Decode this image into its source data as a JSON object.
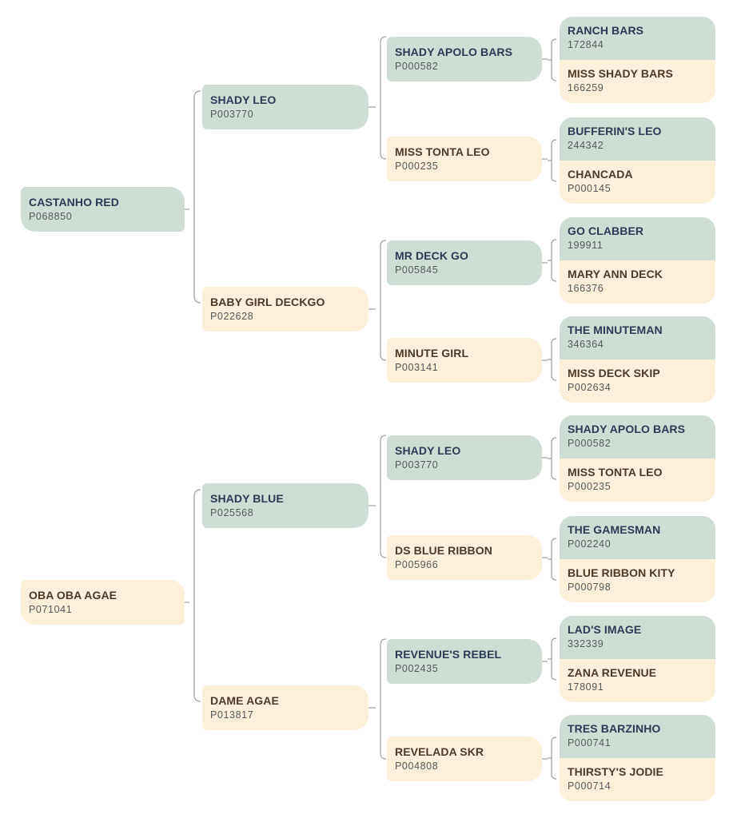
{
  "pedigree": [
    {
      "name": "CASTANHO RED",
      "reg": "P068850",
      "sex": "sire",
      "parents": [
        {
          "name": "SHADY LEO",
          "reg": "P003770",
          "sex": "sire",
          "parents": [
            {
              "name": "SHADY APOLO BARS",
              "reg": "P000582",
              "sex": "sire",
              "parents": [
                {
                  "name": "RANCH BARS",
                  "reg": "172844",
                  "sex": "sire"
                },
                {
                  "name": "MISS SHADY BARS",
                  "reg": "166259",
                  "sex": "dam"
                }
              ]
            },
            {
              "name": "MISS TONTA LEO",
              "reg": "P000235",
              "sex": "dam",
              "parents": [
                {
                  "name": "BUFFERIN'S LEO",
                  "reg": "244342",
                  "sex": "sire"
                },
                {
                  "name": "CHANCADA",
                  "reg": "P000145",
                  "sex": "dam"
                }
              ]
            }
          ]
        },
        {
          "name": "BABY GIRL DECKGO",
          "reg": "P022628",
          "sex": "dam",
          "parents": [
            {
              "name": "MR DECK GO",
              "reg": "P005845",
              "sex": "sire",
              "parents": [
                {
                  "name": "GO CLABBER",
                  "reg": "199911",
                  "sex": "sire"
                },
                {
                  "name": "MARY ANN DECK",
                  "reg": "166376",
                  "sex": "dam"
                }
              ]
            },
            {
              "name": "MINUTE GIRL",
              "reg": "P003141",
              "sex": "dam",
              "parents": [
                {
                  "name": "THE MINUTEMAN",
                  "reg": "346364",
                  "sex": "sire"
                },
                {
                  "name": "MISS DECK SKIP",
                  "reg": "P002634",
                  "sex": "dam"
                }
              ]
            }
          ]
        }
      ]
    },
    {
      "name": "OBA OBA AGAE",
      "reg": "P071041",
      "sex": "dam",
      "parents": [
        {
          "name": "SHADY BLUE",
          "reg": "P025568",
          "sex": "sire",
          "parents": [
            {
              "name": "SHADY LEO",
              "reg": "P003770",
              "sex": "sire",
              "parents": [
                {
                  "name": "SHADY APOLO BARS",
                  "reg": "P000582",
                  "sex": "sire"
                },
                {
                  "name": "MISS TONTA LEO",
                  "reg": "P000235",
                  "sex": "dam"
                }
              ]
            },
            {
              "name": "DS BLUE RIBBON",
              "reg": "P005966",
              "sex": "dam",
              "parents": [
                {
                  "name": "THE GAMESMAN",
                  "reg": "P002240",
                  "sex": "sire"
                },
                {
                  "name": "BLUE RIBBON KITY",
                  "reg": "P000798",
                  "sex": "dam"
                }
              ]
            }
          ]
        },
        {
          "name": "DAME AGAE",
          "reg": "P013817",
          "sex": "dam",
          "parents": [
            {
              "name": "REVENUE'S REBEL",
              "reg": "P002435",
              "sex": "sire",
              "parents": [
                {
                  "name": "LAD'S IMAGE",
                  "reg": "332339",
                  "sex": "sire"
                },
                {
                  "name": "ZANA REVENUE",
                  "reg": "178091",
                  "sex": "dam"
                }
              ]
            },
            {
              "name": "REVELADA SKR",
              "reg": "P004808",
              "sex": "dam",
              "parents": [
                {
                  "name": "TRES BARZINHO",
                  "reg": "P000741",
                  "sex": "sire"
                },
                {
                  "name": "THIRSTY'S JODIE",
                  "reg": "P000714",
                  "sex": "dam"
                }
              ]
            }
          ]
        }
      ]
    }
  ]
}
